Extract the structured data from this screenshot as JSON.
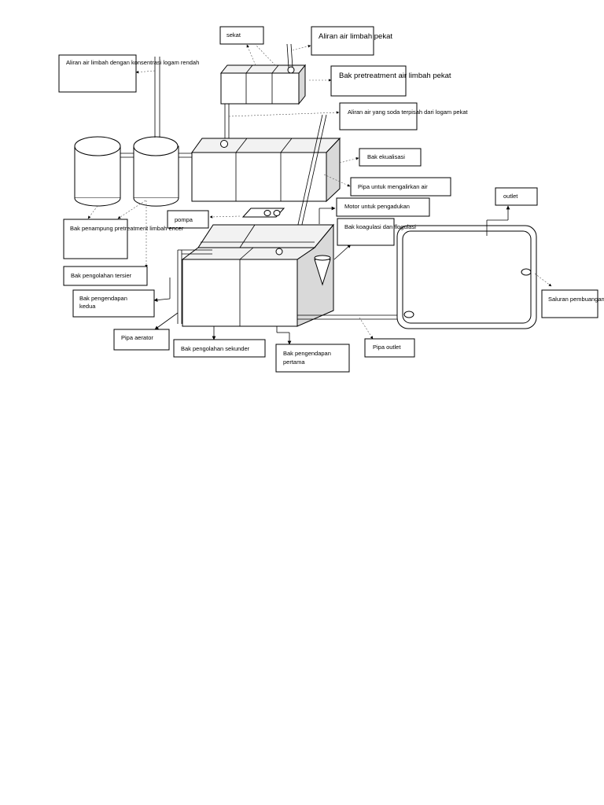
{
  "labels": {
    "sekat": "sekat",
    "aliran_pekat": "Aliran air limbah pekat",
    "aliran_rendah": "Aliran air limbah dengan konsentrasi logam rendah",
    "bak_pretreatment_pekat": "Bak pretreatment air limbah pekat",
    "aliran_soda": "Aliran air yang soda terpisah dari logam pekat",
    "bak_ekualisasi": "Bak ekualisasi",
    "pipa_mengalirkan": "Pipa untuk mengalirkan air",
    "outlet": "outlet",
    "motor_pengadukan": "Motor untuk pengadukan",
    "pompa": "pompa",
    "bak_penampung_1": "Bak penampung pretreatment limbah encer",
    "bak_koagulasi": "Bak koagulasi dan flogulasi",
    "bak_tersier": "Bak pengolahan tersier",
    "bak_pengendapan_kedua_1": "Bak pengendapan",
    "bak_pengendapan_kedua_2": "kedua",
    "saluran_pembuangan": "Saluran pembuangan",
    "pipa_aerator": "Pipa aerator",
    "bak_sekunder": "Bak pengolahan sekunder",
    "bak_pengendapan_pertama_1": "Bak pengendapan",
    "bak_pengendapan_pertama_2": "pertama",
    "pipa_outlet": "Pipa outlet"
  }
}
